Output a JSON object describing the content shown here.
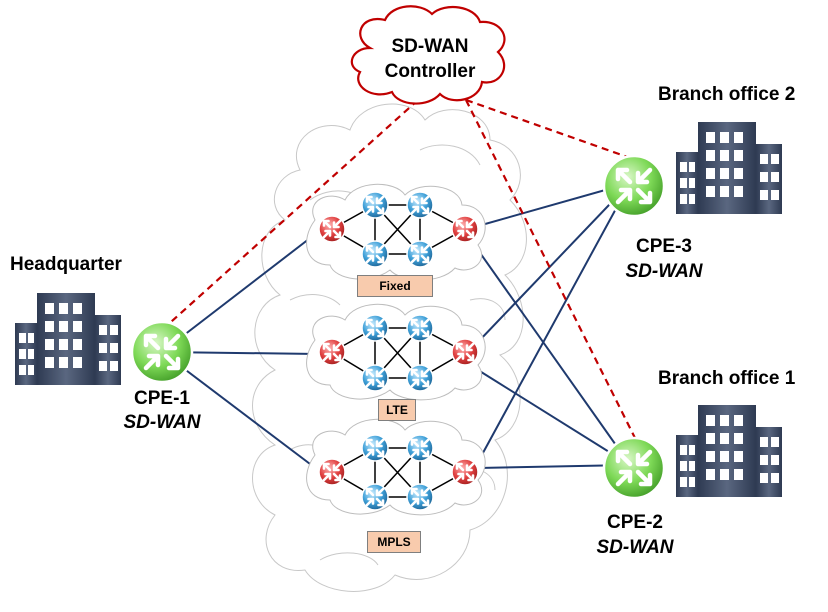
{
  "controller": {
    "line1": "SD-WAN",
    "line2": "Controller"
  },
  "sites": {
    "headquarter": "Headquarter",
    "branch2": "Branch office 2",
    "branch1": "Branch office 1"
  },
  "cpes": {
    "cpe1": {
      "name": "CPE-1",
      "type": "SD-WAN"
    },
    "cpe3": {
      "name": "CPE-3",
      "type": "SD-WAN"
    },
    "cpe2": {
      "name": "CPE-2",
      "type": "SD-WAN"
    }
  },
  "networks": {
    "fixed": "Fixed",
    "lte": "LTE",
    "mpls": "MPLS"
  },
  "colors": {
    "link": "#1f3a6e",
    "control_link": "#c00000",
    "controller_border": "#c00000",
    "cpe_green": "#7ed957",
    "edge_router_red": "#e04040",
    "core_router_blue": "#3fa0d8",
    "network_tag": "#f8cbad"
  },
  "icons": {
    "building": "building-icon",
    "router": "router-icon",
    "cloud": "cloud-icon"
  }
}
